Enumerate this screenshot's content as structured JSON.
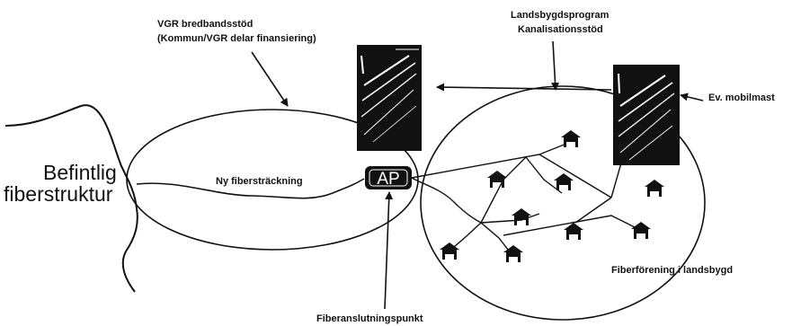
{
  "labels": {
    "befintlig_line1": "Befintlig",
    "befintlig_line2": "fiberstruktur",
    "vgr_line1": "VGR bredbandsstöd",
    "vgr_line2": "(Kommun/VGR delar finansiering)",
    "landsbygd_line1": "Landsbygdsprogram",
    "landsbygd_line2": "Kanalisationsstöd",
    "mobilmast": "Ev. mobilmast",
    "ny_fiber": "Ny fibersträckning",
    "ap": "AP",
    "fiberforening": "Fiberförening i landsbygd",
    "fiberanslutning": "Fiberanslutningspunkt"
  },
  "icons": {
    "house": "house-icon",
    "tower": "mobile-mast-photo",
    "arrow": "arrow"
  },
  "colors": {
    "ink": "#111111",
    "background": "#ffffff",
    "ap_fill": "#111111"
  }
}
